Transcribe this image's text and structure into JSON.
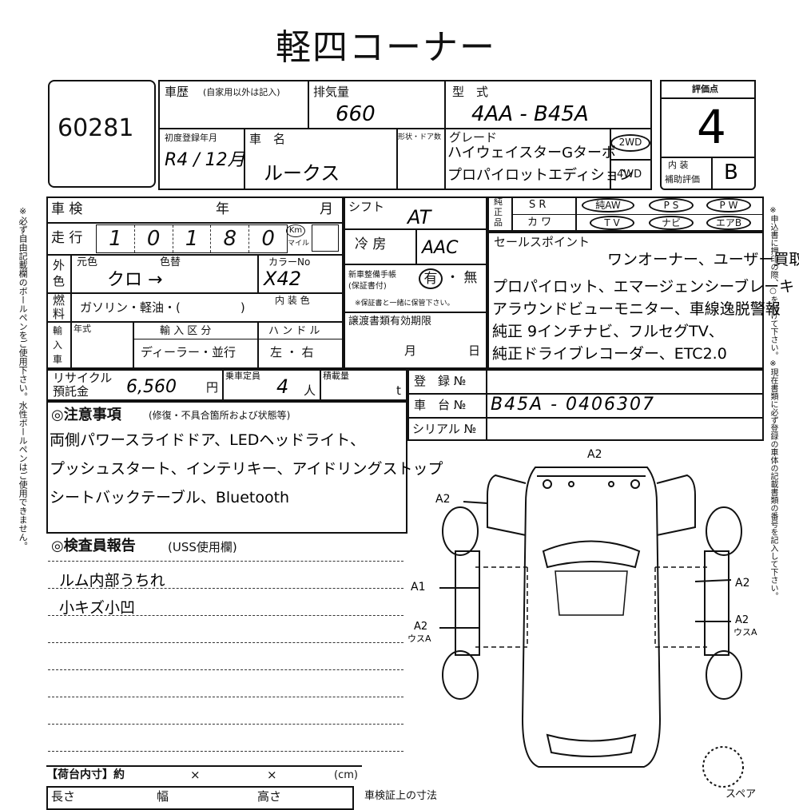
{
  "title": "軽四コーナー",
  "lot_number": "60281",
  "labels": {
    "history": "車歴",
    "history_note": "(自家用以外は記入)",
    "displacement": "排気量",
    "model_type": "型　式",
    "score": "評価点",
    "first_reg": "初度登録年月",
    "car_name": "車　名",
    "shape_doors": "形状・ドア数",
    "grade": "グレード",
    "interior": "内 装",
    "aux_score": "補助評価",
    "wd2": "2WD",
    "wd4": "4WD",
    "inspection": "車 検",
    "year": "年",
    "month": "月",
    "shift": "シフト",
    "equipment": "純\n正\n品",
    "mileage": "走 行",
    "km": "Km",
    "mile": "マイル",
    "aircon": "冷 房",
    "exterior_color": "外\n色",
    "orig_color": "元色",
    "color_change": "色替",
    "color_no": "カラーNo",
    "service_book": "新車整備手帳\n(保証書付)",
    "service_note": "※保証書と一緒に保管下さい。",
    "fuel": "燃\n料",
    "fuel_opts": "ガソリン・軽油・(　　　　　)",
    "interior_color": "内 装 色",
    "import": "輸\n入\n車",
    "model_year": "年式",
    "import_type": "輸 入 区 分",
    "import_opts": "ディーラー・並行",
    "handle": "ハ ン ド ル",
    "handle_opts": "左 ・ 右",
    "transfer": "譲渡書類有効期限",
    "recycle": "リサイクル\n預託金",
    "yen": "円",
    "capacity": "乗車定員",
    "person": "人",
    "load": "積載量",
    "ton": "t",
    "sales_points": "セールスポイント",
    "reg_no": "登　録 №",
    "chassis_no": "車　台 №",
    "serial_no": "シリアル №",
    "notes": "◎注意事項",
    "notes_sub": "(修復・不具合箇所および状態等)",
    "inspector": "◎検査員報告",
    "inspector_sub": "(USS使用欄)",
    "cargo": "【荷台内寸】約",
    "cargo_x1": "×",
    "cargo_x2": "×",
    "cm": "(cm)",
    "length": "長さ",
    "width": "幅",
    "height": "高さ",
    "reg_cert": "車検証上の寸法",
    "spare": "スペア",
    "sr": "S R",
    "aw": "純AW",
    "ps": "P S",
    "pw": "P W",
    "kawa": "カ ワ",
    "tv": "T V",
    "navi": "ナビ",
    "ac": "エアB",
    "yes": "有",
    "no": "・ 無",
    "left_vertical": "※必ず自由記載欄のボールペンをご使用下さい。水性ボールペンはご使用できません。",
    "right_vertical": "※申込書に押印の際、○を付けて下さい。※現在書類に必ず登録の車体の記載書類の番号を記入して下さい。"
  },
  "values": {
    "displacement": "660",
    "model_type": "4AA - B45A",
    "score": "4",
    "first_reg": "R4 / 12月",
    "car_name": "ルークス",
    "grade_line1": "ハイウェイスターGターボ",
    "grade_line2": "プロパイロットエディション",
    "interior_score": "B",
    "shift": "AT",
    "mileage_digits": [
      "1",
      "0",
      "1",
      "8",
      "0"
    ],
    "aircon": "AAC",
    "orig_color": "クロ →",
    "color_no": "X42",
    "recycle": "6,560",
    "capacity": "4",
    "chassis_no": "B45A - 0406307",
    "sales_points": [
      "ワンオーナー、ユーザー買取",
      "プロパイロット、エマージェンシーブレーキ",
      "アラウンドビューモニター、車線逸脱警報",
      "純正 9インチナビ、フルセグTV、",
      "純正ドライブレコーダー、ETC2.0"
    ],
    "notes": [
      "両側パワースライドドア、LEDヘッドライト、",
      "プッシュスタート、インテリキー、アイドリングストップ",
      "シートバックテーブル、Bluetooth"
    ],
    "inspector": [
      "ルム内部うちれ",
      "小キズ小凹"
    ],
    "diagram_marks": {
      "top": "A2",
      "front_left": "A2",
      "left_door": "A1",
      "left_rear": "A2",
      "left_rear_sub": "ウスA",
      "right_door": "A2",
      "right_rear": "A2",
      "right_rear_sub": "ウスA"
    }
  }
}
